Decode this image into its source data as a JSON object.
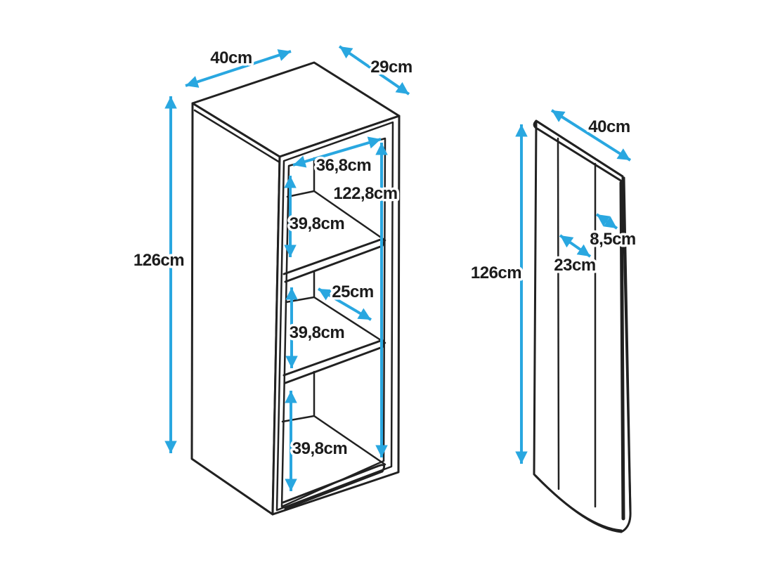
{
  "diagram": {
    "background_color": "#ffffff",
    "line_color": "#212121",
    "dimension_color": "#29a7e0",
    "cabinet": {
      "width": "40cm",
      "depth": "29cm",
      "height": "126cm",
      "interior_width": "36,8cm",
      "interior_height": "122,8cm",
      "interior_depth": "25cm",
      "compartment_heights": [
        "39,8cm",
        "39,8cm",
        "39,8cm"
      ]
    },
    "door": {
      "width": "40cm",
      "height": "126cm",
      "groove_spacing": "23cm",
      "edge_offset": "8,5cm"
    }
  }
}
